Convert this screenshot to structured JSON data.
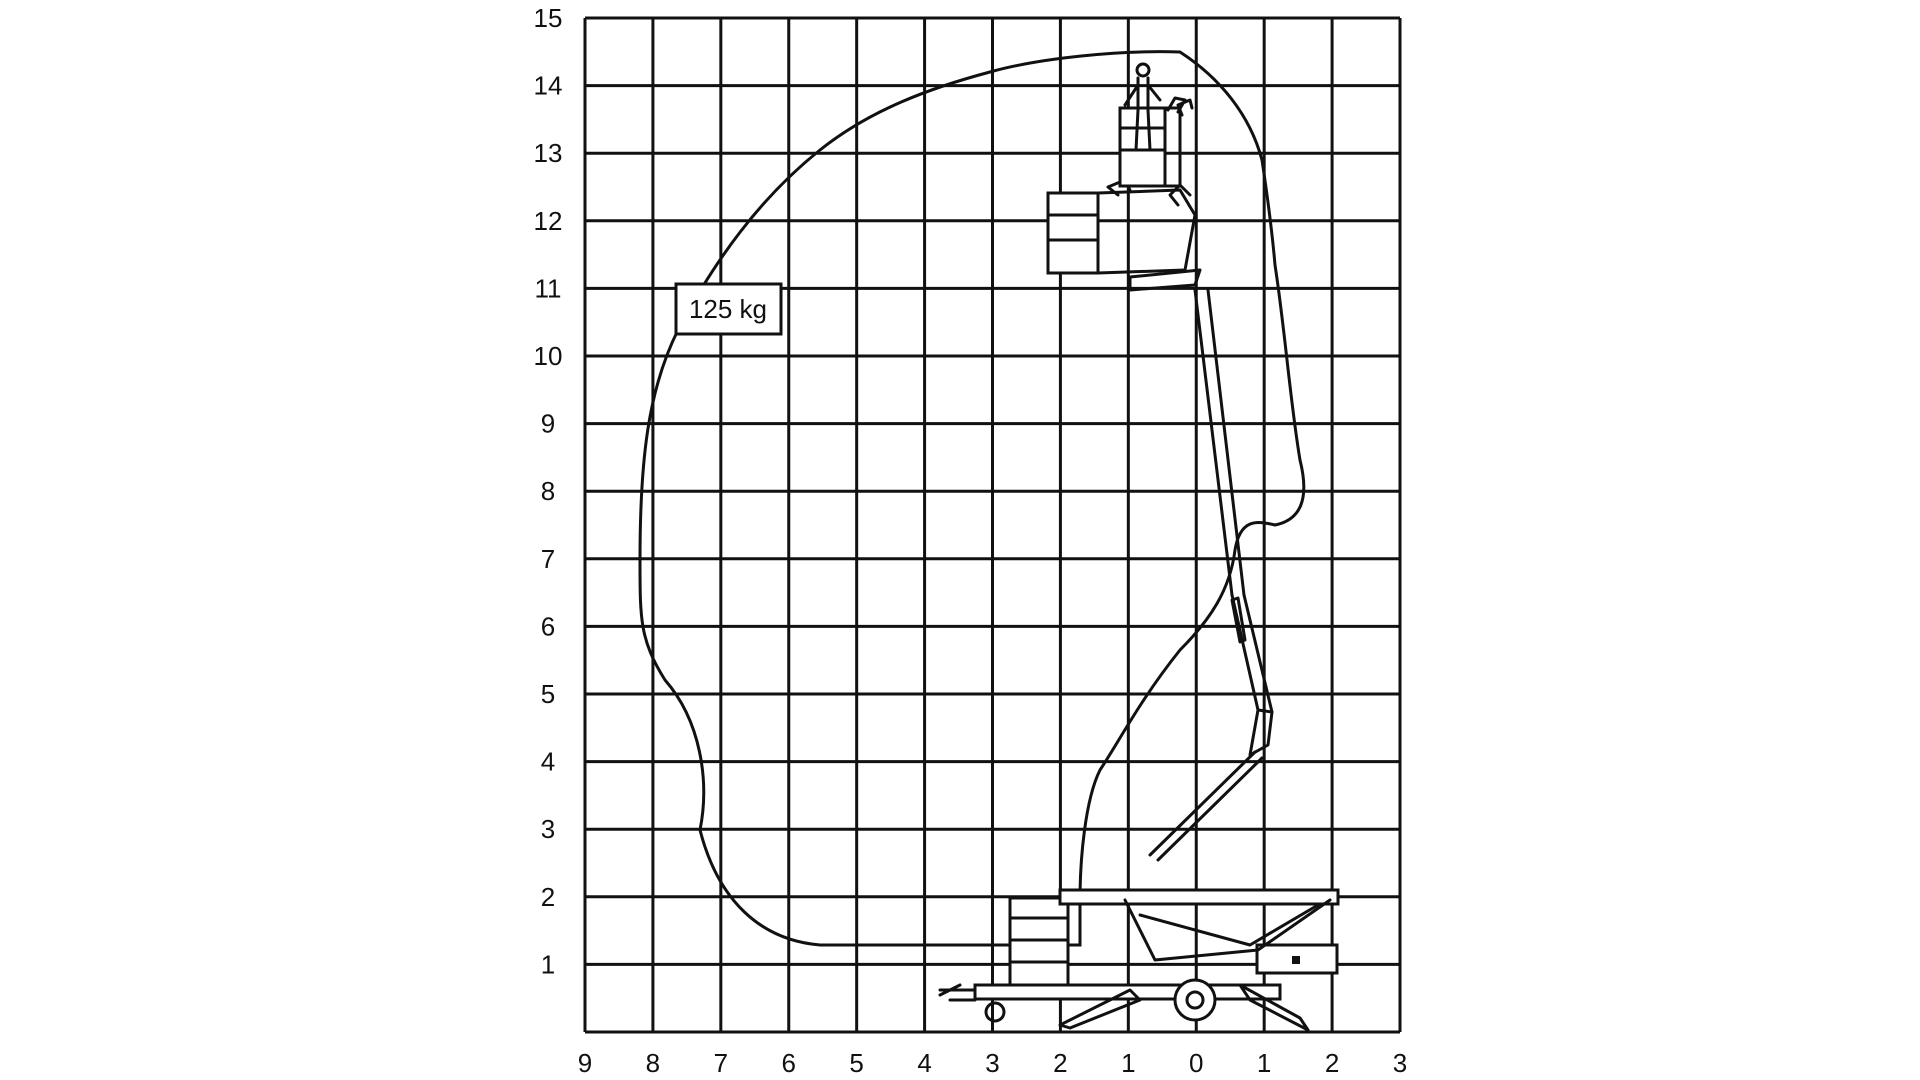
{
  "diagram": {
    "load_label": "125 kg",
    "y_ticks": [
      "15",
      "14",
      "13",
      "12",
      "11",
      "10",
      "9",
      "8",
      "7",
      "6",
      "5",
      "4",
      "3",
      "2",
      "1"
    ],
    "x_ticks": [
      "9",
      "8",
      "7",
      "6",
      "5",
      "4",
      "3",
      "2",
      "1",
      "0",
      "1",
      "2",
      "3"
    ]
  }
}
